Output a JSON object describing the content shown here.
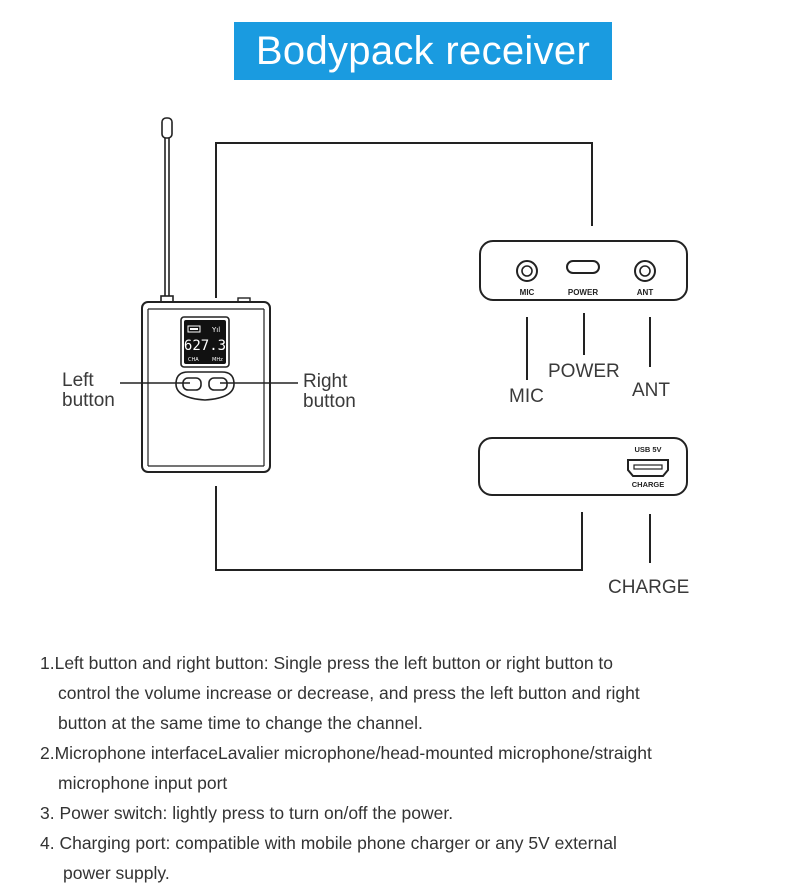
{
  "title": "Bodypack receiver",
  "device": {
    "lcd_frequency": "627.3",
    "lcd_channel": "CHA",
    "lcd_unit": "MHz"
  },
  "callouts": {
    "left_button": [
      "Left",
      "button"
    ],
    "right_button": [
      "Right",
      "button"
    ],
    "mic": "MIC",
    "power": "POWER",
    "ant": "ANT",
    "charge": "CHARGE"
  },
  "top_panel": {
    "mic_label": "MIC",
    "power_label": "POWER",
    "ant_label": "ANT"
  },
  "bottom_panel": {
    "usb_label": "USB 5V",
    "charge_label": "CHARGE"
  },
  "notes": [
    {
      "first": "1.Left button and right button: Single press the left button or right button to",
      "rest": [
        "control the volume increase or decrease, and press the left button and right",
        "button at the same time to change the channel."
      ]
    },
    {
      "first": "2.Microphone interfaceLavalier microphone/head-mounted microphone/straight",
      "rest": [
        "microphone input port"
      ]
    },
    {
      "first": "3. Power switch: lightly press to turn on/off the power.",
      "rest": []
    },
    {
      "first": "4. Charging port: compatible with mobile phone charger or any 5V external",
      "rest": [
        "power supply."
      ]
    }
  ]
}
